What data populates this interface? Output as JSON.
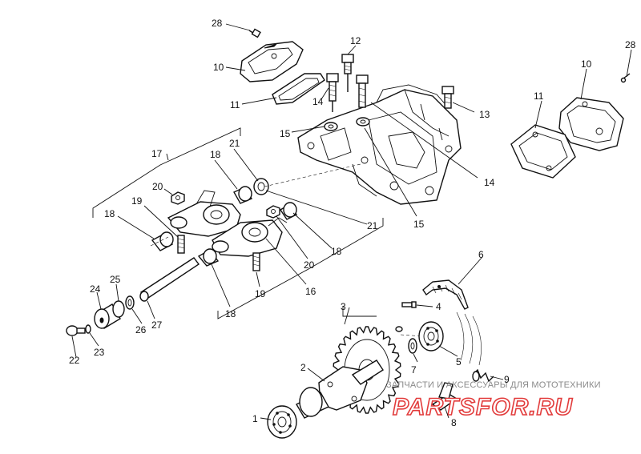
{
  "part_numbers": {
    "p1": "1",
    "p2": "2",
    "p3": "3",
    "p4": "4",
    "p5": "5",
    "p6": "6",
    "p7": "7",
    "p8": "8",
    "p9": "9",
    "p10_left": "10",
    "p10_right": "10",
    "p11_left": "11",
    "p11_right": "11",
    "p12": "12",
    "p13": "13",
    "p14_left": "14",
    "p14_right": "14",
    "p15_left": "15",
    "p15_right": "15",
    "p16": "16",
    "p17": "17",
    "p18_a": "18",
    "p18_b": "18",
    "p18_c": "18",
    "p18_d": "18",
    "p19_a": "19",
    "p19_b": "19",
    "p20_a": "20",
    "p20_b": "20",
    "p21_a": "21",
    "p21_b": "21",
    "p22": "22",
    "p23": "23",
    "p24": "24",
    "p25": "25",
    "p26": "26",
    "p27": "27",
    "p28_left": "28",
    "p28_right": "28"
  },
  "watermark": {
    "tagline": "ЗАПЧАСТИ И АКСЕССУАРЫ ДЛЯ МОТОТЕХНИКИ",
    "logo": "PARTSFOR.RU",
    "color": "#e23b3b"
  }
}
